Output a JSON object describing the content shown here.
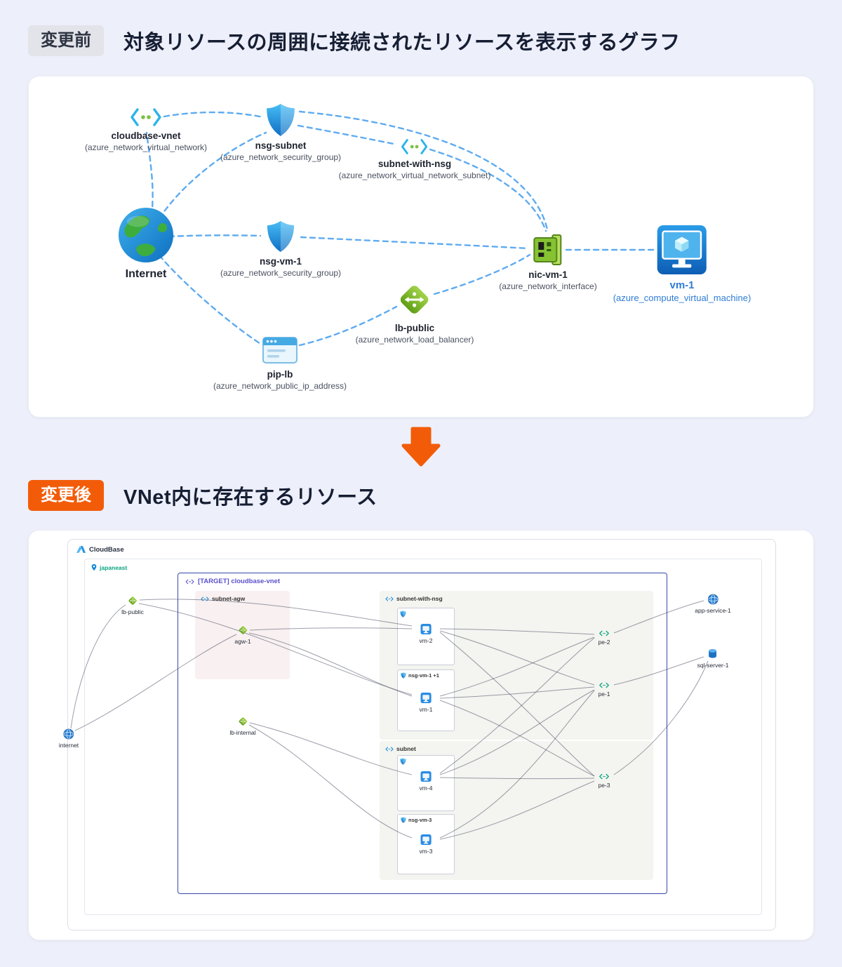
{
  "colors": {
    "accent_orange": "#f25c08",
    "edge_dashed_blue": "#4da3ef",
    "vm_label_blue": "#2e7cd6",
    "target_border_indigo": "#3949ab",
    "region_teal": "#0aa57f"
  },
  "before": {
    "badge": "変更前",
    "title": "対象リソースの周囲に接続されたリソースを表示するグラフ",
    "nodes": {
      "vnet": {
        "name": "cloudbase-vnet",
        "type": "(azure_network_virtual_network)"
      },
      "nsg_subnet": {
        "name": "nsg-subnet",
        "type": "(azure_network_security_group)"
      },
      "subnet": {
        "name": "subnet-with-nsg",
        "type": "(azure_network_virtual_network_subnet)"
      },
      "internet": {
        "name": "Internet"
      },
      "nsg_vm": {
        "name": "nsg-vm-1",
        "type": "(azure_network_security_group)"
      },
      "nic": {
        "name": "nic-vm-1",
        "type": "(azure_network_interface)"
      },
      "vm": {
        "name": "vm-1",
        "type": "(azure_compute_virtual_machine)"
      },
      "lb": {
        "name": "lb-public",
        "type": "(azure_network_load_balancer)"
      },
      "pip": {
        "name": "pip-lb",
        "type": "(azure_network_public_ip_address)"
      }
    },
    "edges": [
      [
        "cloudbase-vnet",
        "nsg-subnet"
      ],
      [
        "nsg-subnet",
        "subnet-with-nsg"
      ],
      [
        "nsg-subnet",
        "nic-vm-1"
      ],
      [
        "subnet-with-nsg",
        "nic-vm-1"
      ],
      [
        "Internet",
        "cloudbase-vnet"
      ],
      [
        "Internet",
        "nsg-subnet"
      ],
      [
        "Internet",
        "nsg-vm-1"
      ],
      [
        "Internet",
        "pip-lb"
      ],
      [
        "nsg-vm-1",
        "nic-vm-1"
      ],
      [
        "pip-lb",
        "lb-public"
      ],
      [
        "lb-public",
        "nic-vm-1"
      ],
      [
        "nic-vm-1",
        "vm-1"
      ]
    ]
  },
  "after": {
    "badge": "変更後",
    "title": "VNet内に存在するリソース",
    "app_title": "CloudBase",
    "region": "japaneast",
    "target_label": "[TARGET] cloudbase-vnet",
    "groups": {
      "subnet_agw": "subnet-agw",
      "subnet_with_nsg": "subnet-with-nsg",
      "subnet": "subnet",
      "nsg_vm1": "nsg-vm-1 +1",
      "nsg_vm3": "nsg-vm-3"
    },
    "nodes": {
      "internet": "internet",
      "lb_public": "lb-public",
      "lb_internal": "lb-internal",
      "agw1": "agw-1",
      "vm2": "vm-2",
      "vm1": "vm-1",
      "vm4": "vm-4",
      "vm3": "vm-3",
      "pe2": "pe-2",
      "pe1": "pe-1",
      "pe3": "pe-3",
      "app_service": "app-service-1",
      "sql_server": "sql-server-1"
    },
    "edges": [
      [
        "internet",
        "lb-public"
      ],
      [
        "internet",
        "agw-1"
      ],
      [
        "lb-public",
        "vm-2"
      ],
      [
        "lb-public",
        "vm-1"
      ],
      [
        "agw-1",
        "vm-2"
      ],
      [
        "agw-1",
        "vm-1"
      ],
      [
        "lb-internal",
        "vm-4"
      ],
      [
        "lb-internal",
        "vm-3"
      ],
      [
        "vm-2",
        "pe-2"
      ],
      [
        "vm-2",
        "pe-1"
      ],
      [
        "vm-2",
        "pe-3"
      ],
      [
        "vm-1",
        "pe-2"
      ],
      [
        "vm-1",
        "pe-1"
      ],
      [
        "vm-1",
        "pe-3"
      ],
      [
        "vm-4",
        "pe-1"
      ],
      [
        "vm-4",
        "pe-2"
      ],
      [
        "vm-4",
        "pe-3"
      ],
      [
        "vm-3",
        "pe-1"
      ],
      [
        "vm-3",
        "pe-3"
      ],
      [
        "pe-2",
        "app-service-1"
      ],
      [
        "pe-1",
        "sql-server-1"
      ],
      [
        "pe-3",
        "sql-server-1"
      ]
    ]
  }
}
